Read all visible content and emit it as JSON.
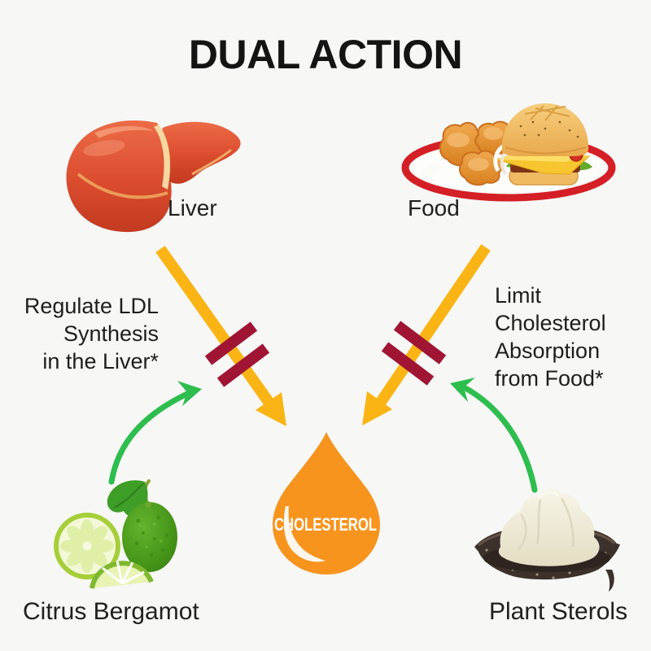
{
  "title": "DUAL ACTION",
  "sources": {
    "liver": {
      "label": "Liver"
    },
    "food": {
      "label": "Food"
    }
  },
  "inhibitors": {
    "citrus_bergamot": {
      "label": "Citrus Bergamot"
    },
    "plant_sterols": {
      "label": "Plant Sterols"
    }
  },
  "center": {
    "label": "CHOLESTEROL"
  },
  "annotations": {
    "left": {
      "line1": "Regulate LDL",
      "line2": "Synthesis",
      "line3": "in the Liver*"
    },
    "right": {
      "line1": "Limit",
      "line2": "Cholesterol",
      "line3": "Absorption",
      "line4": "from Food*"
    }
  },
  "colors": {
    "background": "#F7F7F5",
    "arrow_yellow": "#FAB515",
    "block_red": "#A01534",
    "arrow_green": "#2DBE4E",
    "droplet_orange": "#F7941E",
    "text": "#1D1D1B"
  }
}
